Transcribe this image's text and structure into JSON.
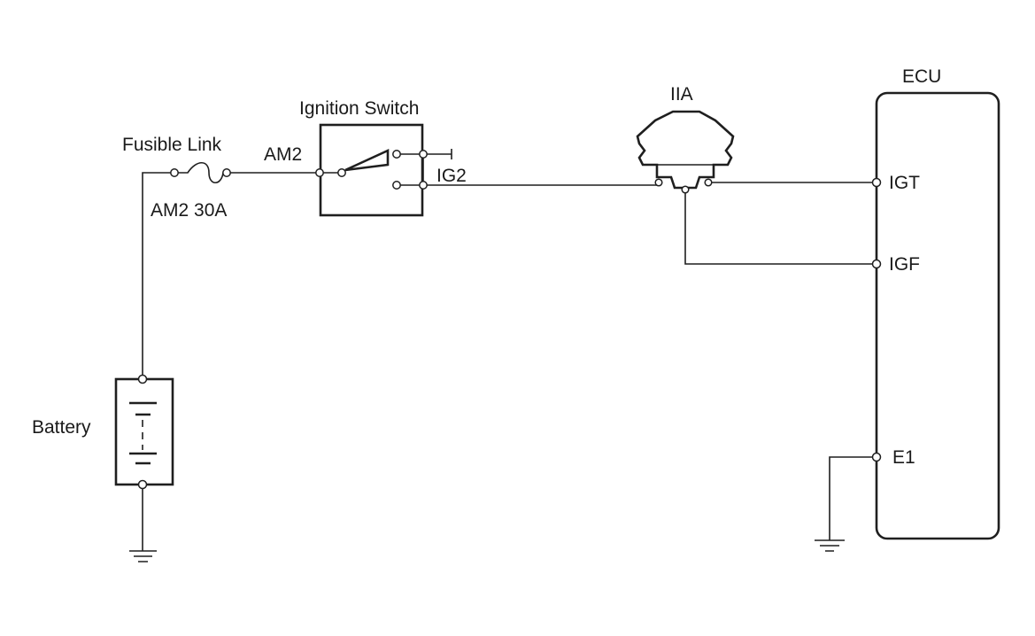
{
  "labels": {
    "fusible_link": "Fusible Link",
    "fusible_link_rating": "AM2 30A",
    "ignition_switch": "Ignition Switch",
    "am2": "AM2",
    "ig2": "IG2",
    "iia": "IIA",
    "ecu": "ECU",
    "igt": "IGT",
    "igf": "IGF",
    "e1": "E1",
    "battery": "Battery"
  },
  "colors": {
    "line": "#1f1f1f",
    "text": "#1a1a1a",
    "background": "#ffffff"
  }
}
